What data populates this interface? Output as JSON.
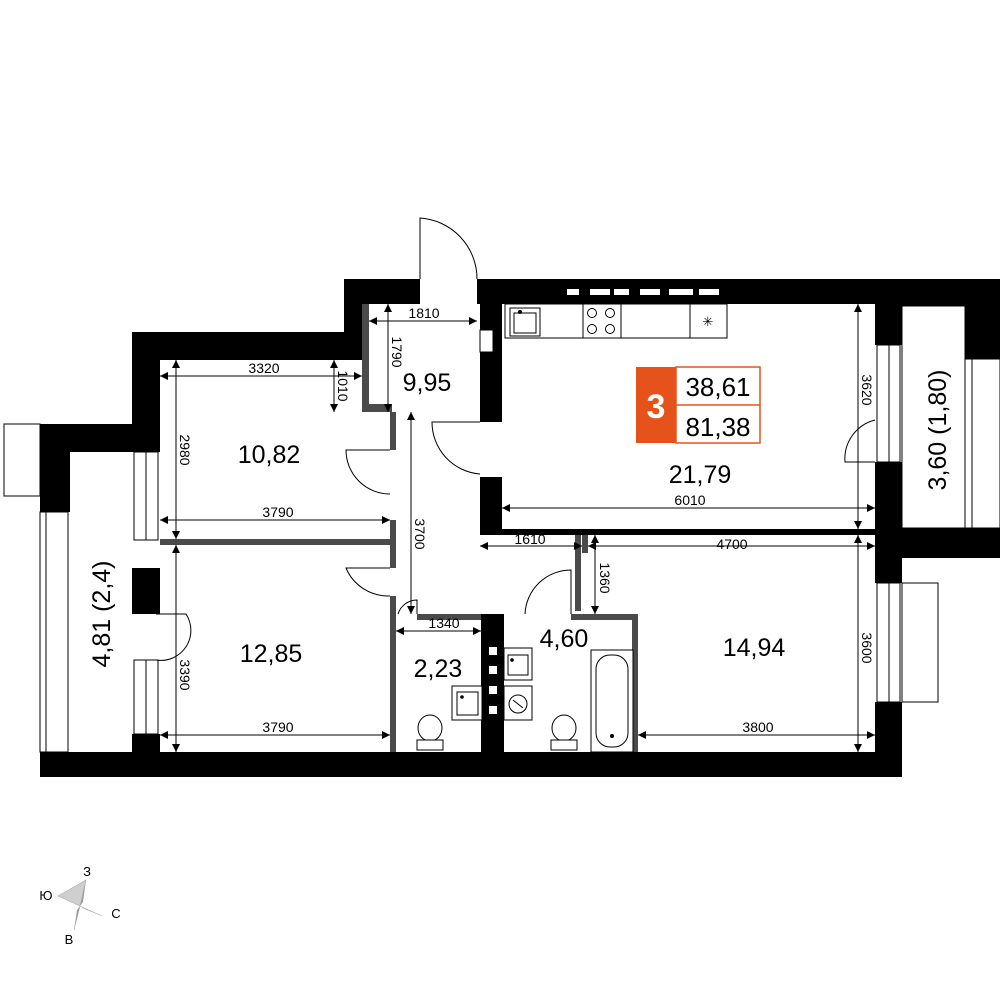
{
  "badge": {
    "rooms": "3",
    "living_area": "38,61",
    "total_area": "81,38",
    "accent_color": "#e5531a"
  },
  "rooms": {
    "hall": "9,95",
    "bedroom_top": "10,82",
    "bedroom_bottom": "12,85",
    "kitchen_living": "21,79",
    "bathroom": "4,60",
    "toilet": "2,23",
    "bedroom_right": "14,94",
    "balcony_left": "4,81 (2,4)",
    "balcony_right": "3,60 (1,80)"
  },
  "dimensions": {
    "d1810": "1810",
    "d1790": "1790",
    "d3320": "3320",
    "d1010": "1010",
    "d2980": "2980",
    "d3790_top": "3790",
    "d3700": "3700",
    "d3390": "3390",
    "d3790_bottom": "3790",
    "d1340": "1340",
    "d1610": "1610",
    "d1360": "1360",
    "d4700": "4700",
    "d6010": "6010",
    "d3620": "3620",
    "d3600": "3600",
    "d3800": "3800"
  },
  "compass": {
    "north": "З",
    "east": "С",
    "south": "В",
    "west": "Ю"
  },
  "icons": [
    "sink-icon",
    "stove-icon",
    "fridge-icon",
    "bathtub-icon",
    "toilet-icon",
    "washing-machine-icon",
    "compass-icon"
  ]
}
